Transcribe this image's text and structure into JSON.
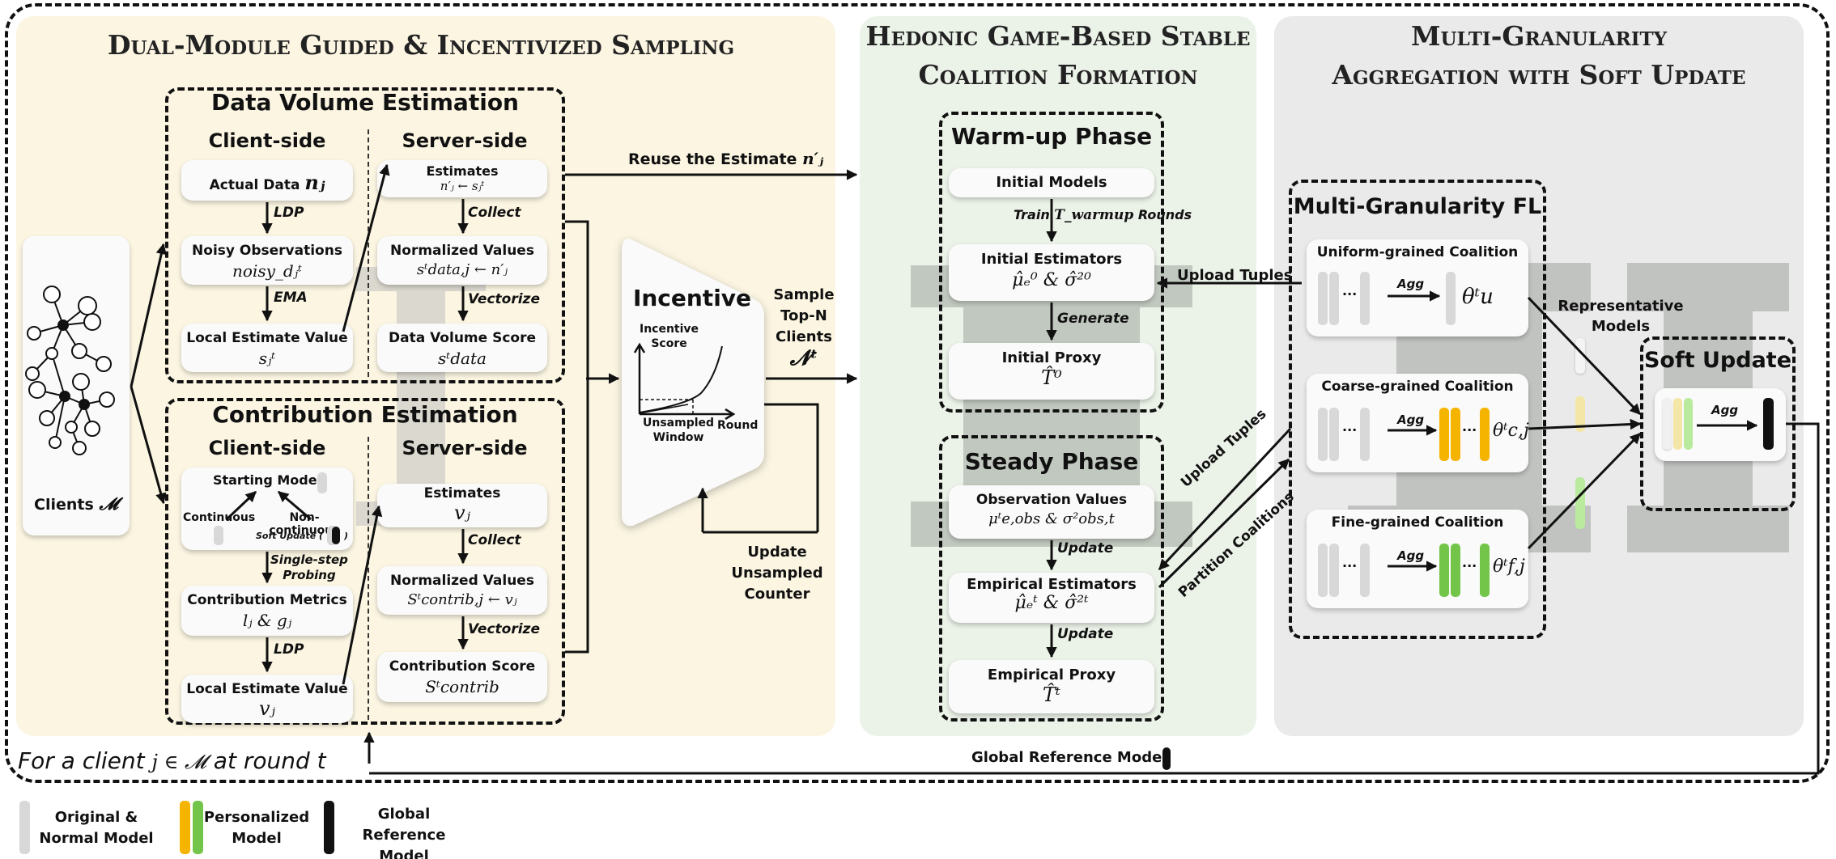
{
  "panels": {
    "left_title": "Dual-Module Guided & Incentivized Sampling",
    "mid_title_1": "Hedonic Game-Based Stable",
    "mid_title_2": "Coalition Formation",
    "right_title_1": "Multi-Granularity",
    "right_title_2": "Aggregation with Soft Update"
  },
  "clients": {
    "label": "Clients",
    "symbol": "𝓜"
  },
  "dve": {
    "title": "Data Volume Estimation",
    "client_side": "Client-side",
    "server_side": "Server-side",
    "actual_data": "Actual Data",
    "actual_data_math": "nⱼ",
    "ldp": "LDP",
    "noisy_obs": "Noisy Observations",
    "noisy_obs_math": "noisy_dⱼᵗ",
    "ema": "EMA",
    "local_est": "Local Estimate Value",
    "local_est_math": "sⱼᵗ",
    "estimates": "Estimates",
    "estimates_math": "n′ⱼ ← sⱼᵗ",
    "collect": "Collect",
    "normalized": "Normalized Values",
    "normalized_math": "sᵗdata,j ← n′ⱼ",
    "vectorize": "Vectorize",
    "score": "Data Volume Score",
    "score_math": "sᵗdata"
  },
  "ce": {
    "title": "Contribution Estimation",
    "client_side": "Client-side",
    "server_side": "Server-side",
    "starting_model": "Starting Model",
    "continuous": "Continuous",
    "non_continuous": "Non-continuous",
    "soft_update": "Soft Update (",
    "soft_update_close": ")",
    "probing_1": "Single-step",
    "probing_2": "Probing",
    "metrics": "Contribution Metrics",
    "metrics_math": "lⱼ & gⱼ",
    "ldp": "LDP",
    "local_est": "Local Estimate Value",
    "local_est_math": "vⱼ",
    "estimates": "Estimates",
    "estimates_math": "vⱼ",
    "collect": "Collect",
    "normalized": "Normalized Values",
    "normalized_math": "Sᵗcontrib,j ← vⱼ",
    "vectorize": "Vectorize",
    "score": "Contribution Score",
    "score_math": "Sᵗcontrib"
  },
  "incentive": {
    "title": "Incentive",
    "yaxis_1": "Incentive",
    "yaxis_2": "Score",
    "xaxis_1": "Unsampled",
    "xaxis_2": "Window",
    "round": "Round",
    "sample_1": "Sample",
    "sample_2": "Top-N",
    "sample_3": "Clients",
    "sample_math": "𝓝ᵗ",
    "update_1": "Update",
    "update_2": "Unsampled",
    "update_3": "Counter"
  },
  "reuse": {
    "label": "Reuse the Estimate",
    "math": "n′ⱼ"
  },
  "warmup": {
    "title": "Warm-up Phase",
    "initial_models": "Initial Models",
    "train": "Train",
    "train_math": "T_warmup",
    "train_rounds": "Rounds",
    "init_est": "Initial Estimators",
    "init_est_math": "μ̂ₑ⁰ & σ̂²⁰",
    "generate": "Generate",
    "init_proxy": "Initial Proxy",
    "init_proxy_math": "T̂⁰"
  },
  "steady": {
    "title": "Steady Phase",
    "obs": "Observation Values",
    "obs_math": "μᵗe,obs & σ²obs,t",
    "update": "Update",
    "emp_est": "Empirical Estimators",
    "emp_est_math": "μ̂ₑᵗ & σ̂²ᵗ",
    "update2": "Update",
    "emp_proxy": "Empirical Proxy",
    "emp_proxy_math": "T̂ᵗ"
  },
  "mgfl": {
    "title": "Multi-Granularity FL",
    "uniform": "Uniform-grained Coalition",
    "uniform_math": "θᵗu",
    "coarse": "Coarse-grained Coalition",
    "coarse_math": "θᵗc,j",
    "fine": "Fine-grained Coalition",
    "fine_math": "θᵗf,j",
    "agg": "Agg",
    "dots": "···"
  },
  "links": {
    "upload_tuples": "Upload Tuples",
    "upload_tuples_2": "Upload Tuples",
    "partition": "Partition Coalitions",
    "rep_models_1": "Representative",
    "rep_models_2": "Models",
    "global_ref": "Global Reference Model"
  },
  "soft_update": {
    "title": "Soft Update",
    "agg": "Agg"
  },
  "footer": {
    "prefix": "For a client",
    "math": "j ∈ 𝓜",
    "suffix": "at round t"
  },
  "legend": {
    "item1_1": "Original &",
    "item1_2": "Normal Model",
    "item2_1": "Personalized",
    "item2_2": "Model",
    "item3_1": "Global",
    "item3_2": "Reference Model"
  },
  "colors": {
    "panel_left": "#fbf5e2",
    "panel_mid": "#ebf2e8",
    "panel_right": "#eaeaea",
    "personal_yellow": "#f5b400",
    "personal_green": "#73c54a",
    "global_black": "#111111",
    "normal_gray": "#d8d8d8"
  }
}
